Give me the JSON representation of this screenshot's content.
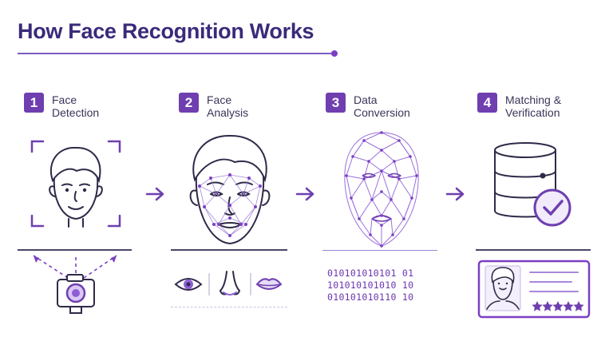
{
  "title": "How Face Recognition Works",
  "steps": [
    {
      "number": "1",
      "label_line1": "Face",
      "label_line2": "Detection"
    },
    {
      "number": "2",
      "label_line1": "Face",
      "label_line2": "Analysis"
    },
    {
      "number": "3",
      "label_line1": "Data",
      "label_line2": "Conversion"
    },
    {
      "number": "4",
      "label_line1": "Matching &",
      "label_line2": "Verification"
    }
  ],
  "binary_lines": [
    "010101010101 01",
    "101010101010 10",
    "010101010110 10"
  ],
  "colors": {
    "primary": "#6f3fb0",
    "accent": "#8e5ed6",
    "ink": "#3a3458"
  },
  "icons": [
    "camera-icon",
    "eye-icon",
    "nose-icon",
    "lips-icon",
    "database-icon",
    "checkmark-icon",
    "id-card-icon",
    "arrow-right-icon"
  ],
  "rating_stars": 5
}
